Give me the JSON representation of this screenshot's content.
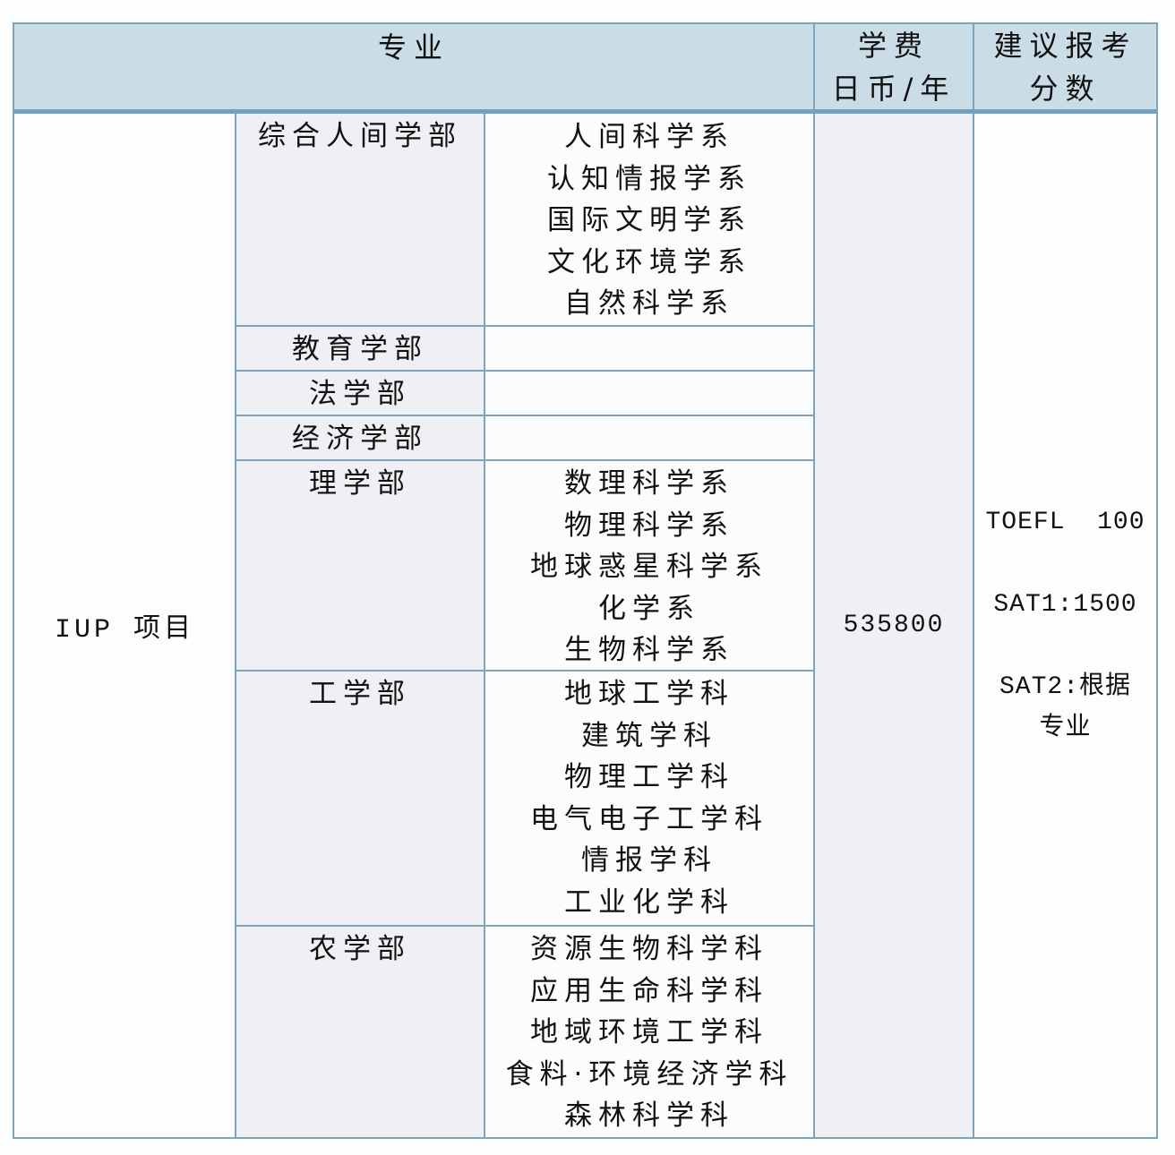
{
  "header": {
    "major": "专业",
    "tuition_line1": "学费",
    "tuition_line2": "日币/年",
    "score_line1": "建议报考",
    "score_line2": "分数"
  },
  "program": "IUP 项目",
  "tuition": "535800",
  "scores": {
    "toefl": "TOEFL  100",
    "sat1": "SAT1:1500",
    "sat2_line1": "SAT2:根据",
    "sat2_line2": "专业"
  },
  "faculties": [
    {
      "name": "综合人间学部",
      "departments": [
        "人间科学系",
        "认知情报学系",
        "国际文明学系",
        "文化环境学系",
        "自然科学系"
      ]
    },
    {
      "name": "教育学部",
      "departments": []
    },
    {
      "name": "法学部",
      "departments": []
    },
    {
      "name": "经济学部",
      "departments": []
    },
    {
      "name": "理学部",
      "departments": [
        "数理科学系",
        "物理科学系",
        "地球惑星科学系",
        "化学系",
        "生物科学系"
      ]
    },
    {
      "name": "工学部",
      "departments": [
        "地球工学科",
        "建筑学科",
        "物理工学科",
        "电气电子工学科",
        "情报学科",
        "工业化学科"
      ]
    },
    {
      "name": "农学部",
      "departments": [
        "资源生物科学科",
        "应用生命科学科",
        "地域环境工学科",
        "食料·环境经济学科",
        "森林科学科"
      ]
    }
  ],
  "colors": {
    "header_bg": "#cadde7",
    "border": "#7ea3bd",
    "header_separator": "#6fa2bf",
    "shaded_cell": "#eef0f3"
  }
}
